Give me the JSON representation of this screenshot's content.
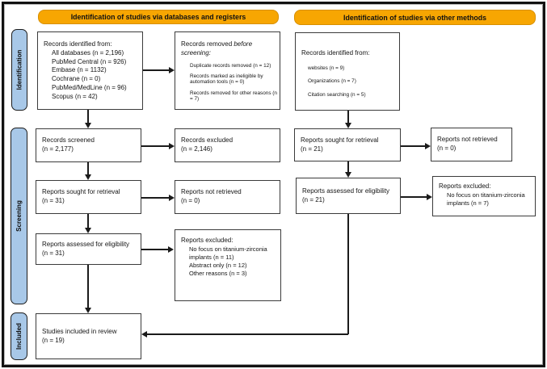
{
  "headers": [
    {
      "label": "Identification of studies via databases and registers"
    },
    {
      "label": "Identification of studies via other methods"
    }
  ],
  "stages": [
    {
      "label": "Identification"
    },
    {
      "label": "Screening"
    },
    {
      "label": "Included"
    }
  ],
  "colors": {
    "header_bg": "#F7A602",
    "stage_bg": "#A8C8E8",
    "box_border": "#3B3B3B",
    "arrow": "#1B1B1B"
  },
  "boxes": {
    "db_identified": {
      "title": "Records identified from:",
      "items": [
        "All databases (n = 2,196)",
        "PubMed Central (n = 926)",
        "Embase (n = 1132)",
        "Cochrane (n = 0)",
        "PubMed/MedLine (n = 96)",
        "Scopus (n = 42)"
      ]
    },
    "records_removed": {
      "title_regular": "Records removed ",
      "title_italic": "before screening:",
      "items": [
        "Duplicate records removed (n = 12)",
        "Records marked as ineligible by automation tools (n = 0)",
        "Records removed for other reasons (n = 7)"
      ]
    },
    "records_screened": {
      "label": "Records screened",
      "count": "(n = 2,177)"
    },
    "records_excluded": {
      "label": "Records excluded",
      "count": "(n = 2,146)"
    },
    "reports_sought": {
      "label": "Reports sought for retrieval",
      "count": "(n = 31)"
    },
    "reports_not_retrieved": {
      "label": "Reports not retrieved",
      "count": "(n = 0)"
    },
    "reports_assessed": {
      "label": "Reports assessed for eligibility",
      "count": "(n = 31)"
    },
    "reports_excluded": {
      "title": "Reports excluded:",
      "items": [
        "No focus on titanium-zirconia implants (n = 11)",
        "Abstract only (n = 12)",
        "Other reasons (n = 3)"
      ]
    },
    "studies_included": {
      "label": "Studies included in review",
      "count": "(n = 19)"
    },
    "other_identified": {
      "title": "Records identified from:",
      "items": [
        "websites (n = 9)",
        "Organizations (n = 7)",
        "Citation searching (n = 5)"
      ]
    },
    "other_reports_sought": {
      "label": "Reports sought for retrieval",
      "count": "(n = 21)"
    },
    "other_not_retrieved": {
      "label": "Reports not retrieved",
      "count": "(n = 0)"
    },
    "other_assessed": {
      "label": "Reports assessed for eligibility",
      "count": "(n = 21)"
    },
    "other_excluded": {
      "title": "Reports excluded:",
      "items": [
        "No focus on titanium-zirconia implants (n = 7)"
      ]
    }
  }
}
